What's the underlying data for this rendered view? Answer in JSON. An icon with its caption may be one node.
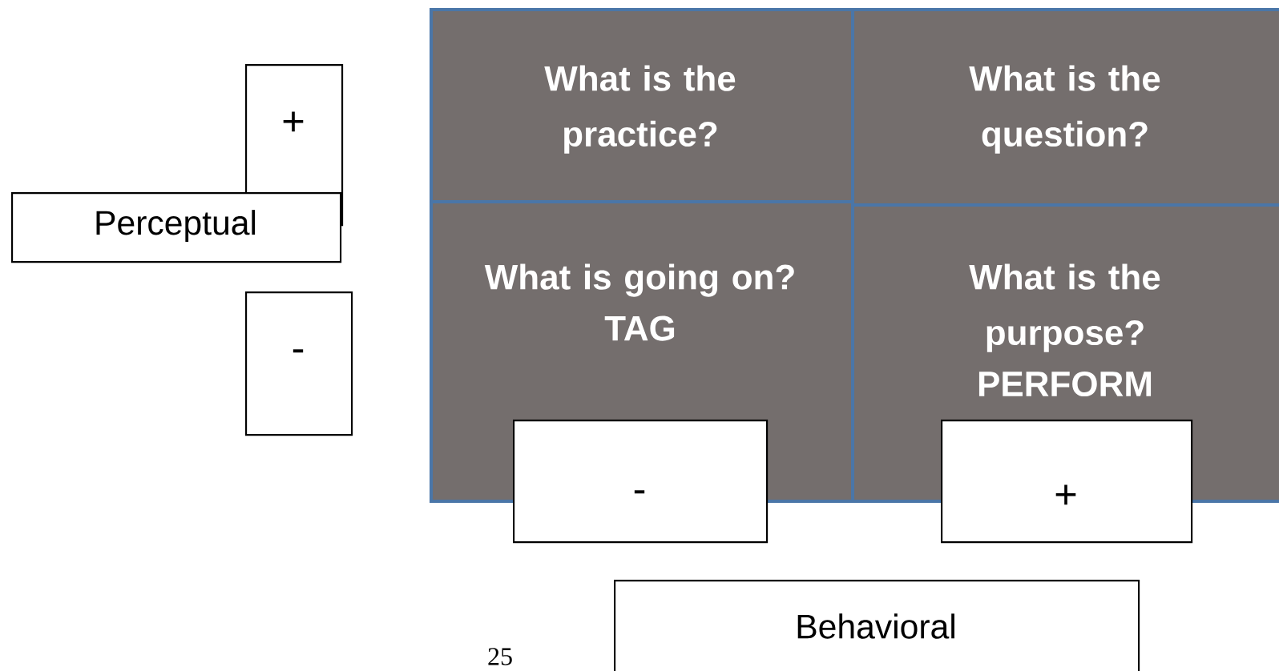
{
  "diagram": {
    "nodes": [
      {
        "text": [
          "+"
        ]
      },
      {
        "text": [
          "Perceptual"
        ]
      },
      {
        "text": [
          "-"
        ]
      },
      {
        "text": [
          "What is the practice?"
        ]
      },
      {
        "text": [
          "What is the question?"
        ]
      },
      {
        "text": [
          "What is going on?",
          "TAG"
        ]
      },
      {
        "text": [
          "What is the purpose?",
          "PERFORM"
        ]
      },
      {
        "text": [
          "-"
        ]
      },
      {
        "text": [
          "+"
        ]
      },
      {
        "text": [
          "Behavioral"
        ]
      }
    ],
    "labels": [
      "25"
    ]
  }
}
